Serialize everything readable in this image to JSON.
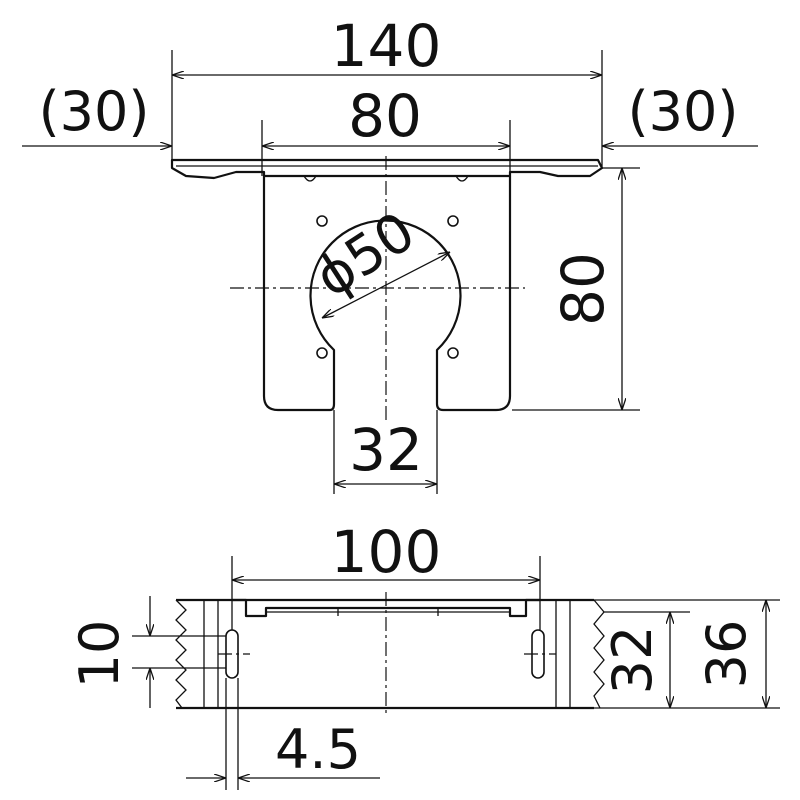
{
  "top_view": {
    "overall_width": "140",
    "body_width": "80",
    "left_flange": "(30)",
    "right_flange": "(30)",
    "height": "80",
    "hole_diameter": "ϕ50",
    "slot_width": "32"
  },
  "side_view": {
    "inner_width": "100",
    "slot_length": "10",
    "slot_width": "4.5",
    "inner_height": "32",
    "overall_height": "36"
  }
}
